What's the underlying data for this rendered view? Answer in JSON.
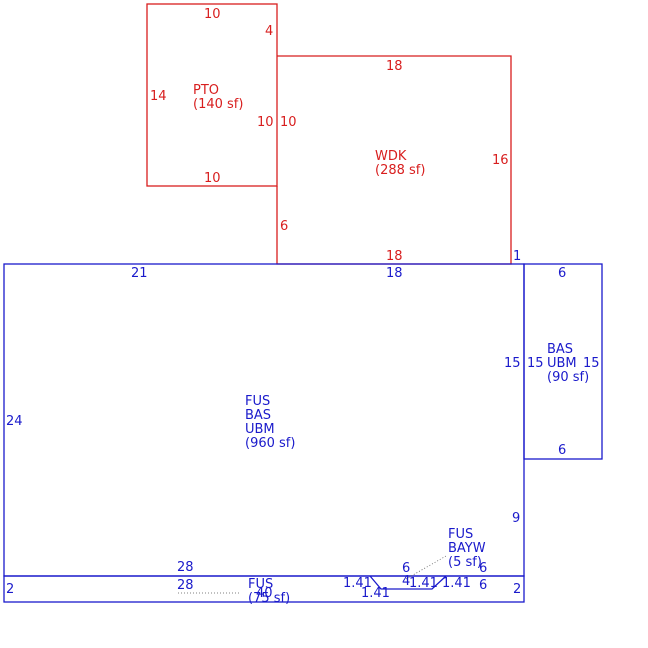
{
  "colors": {
    "upper_structures": "#d81e1e",
    "main_structures": "#1a1acb"
  },
  "pto": {
    "label": "PTO",
    "area": "(140 sf)",
    "dim_top": "10",
    "dim_left": "14",
    "dim_bottom": "10",
    "dim_right": "10",
    "dim_top_right": "4"
  },
  "wdk": {
    "label": "WDK",
    "area": "(288 sf)",
    "dim_top": "18",
    "dim_left": "10",
    "dim_left_lower": "6",
    "dim_right": "16",
    "dim_bottom": "18",
    "dim_corner": "1"
  },
  "main": {
    "label_lines": [
      "FUS",
      "BAS",
      "UBM"
    ],
    "area": "(960 sf)",
    "dim_top_left": "21",
    "dim_top_right": "18",
    "dim_left": "24",
    "dim_right": "15",
    "dim_right_lower": "9",
    "dim_bottom": "28"
  },
  "side": {
    "label_lines": [
      "BAS",
      "UBM"
    ],
    "area": "(90 sf)",
    "dim_top": "6",
    "dim_left": "15",
    "dim_right": "15",
    "dim_bottom": "6"
  },
  "bay": {
    "label_lines": [
      "FUS",
      "BAYW"
    ],
    "area": "(5 sf)",
    "dim_left": "6",
    "dim_right": "6",
    "dim_mid": "4",
    "diag_a": "1.41",
    "diag_b": "1.41",
    "diag_c": "1.41",
    "diag_d": "1.41",
    "dim_bottom_right": "6"
  },
  "strip": {
    "label": "FUS",
    "area": "(75 sf)",
    "dim_top": "28",
    "dim_mid": "40",
    "dim_left": "2",
    "dim_right": "2"
  }
}
